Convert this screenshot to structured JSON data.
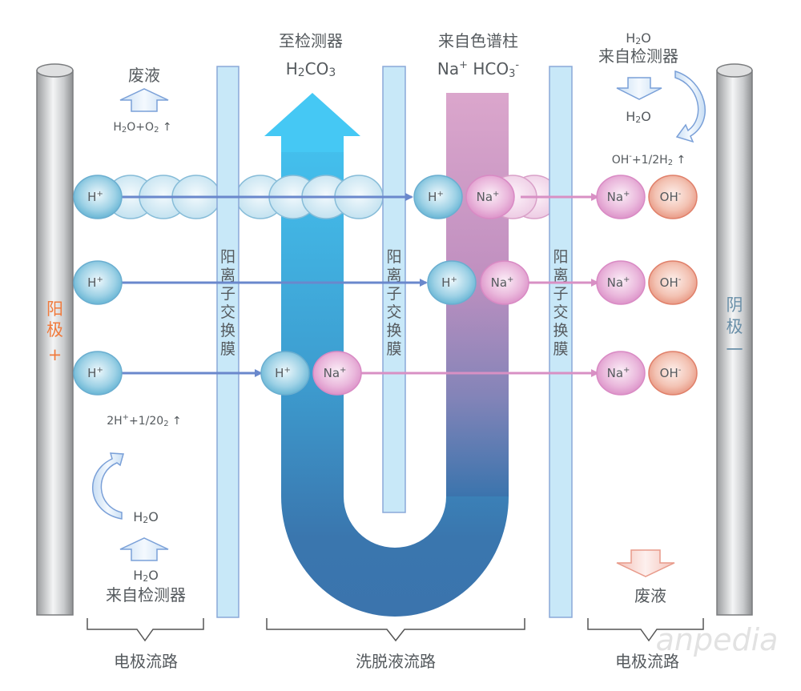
{
  "title_left_top": "废液",
  "anode_top_reaction": "H2O+O2↑",
  "to_detector": {
    "label": "至检测器",
    "formula": "H2CO3"
  },
  "from_column": {
    "label": "来自色谱柱",
    "formula": "Na+ HCO3-"
  },
  "cathode_top": {
    "formula_top": "H2O",
    "label": "来自检测器",
    "formula_bottom": "H2O",
    "reaction": "OH-+1/2H2↑"
  },
  "anode": {
    "label_1": "阳",
    "label_2": "极",
    "sign": "+"
  },
  "cathode": {
    "label_1": "阴",
    "label_2": "极",
    "sign": "一"
  },
  "membrane_label": [
    "阳",
    "离",
    "子",
    "交",
    "换",
    "膜"
  ],
  "ions": {
    "h": "H",
    "na": "Na",
    "oh": "OH",
    "plus": "+",
    "minus": "-"
  },
  "anode_bottom": {
    "reaction": "2H++1/2O2↑",
    "water": "H2O",
    "water_in": "H2O",
    "label": "来自检测器"
  },
  "cathode_bottom": {
    "label": "废液"
  },
  "brackets": {
    "left": "电极流路",
    "middle": "洗脱液流路",
    "right": "电极流路"
  },
  "watermark": "anpedia",
  "colors": {
    "membrane_fill": "#c8e8f8",
    "membrane_stroke": "#8aa8d8",
    "eluent_top": "#45c6f2",
    "eluent_bottom": "#3a74ae",
    "sample_top": "#dba6cc",
    "sample_bottom": "#8a84b8",
    "h_ion": "#5ab0d2",
    "na_ion": "#d98ac4",
    "oh_ion": "#e6907a",
    "h_arrow": "#6a88cc",
    "na_arrow": "#d890c4",
    "anode_text": "#f07a3c",
    "cathode_text": "#6a8fa8"
  }
}
